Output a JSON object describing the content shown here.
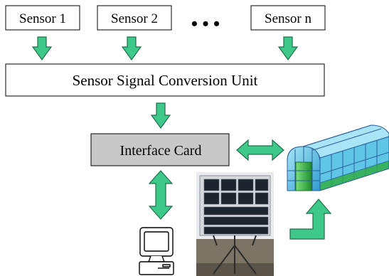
{
  "sensors": [
    {
      "label": "Sensor 1"
    },
    {
      "label": "Sensor 2"
    },
    {
      "label": "Sensor n"
    }
  ],
  "ellipsis": "• • •",
  "conversion_unit": {
    "label": "Sensor Signal Conversion Unit"
  },
  "interface_card": {
    "label": "Interface Card",
    "fill": "#c8c8c8"
  },
  "colors": {
    "arrow_fill": "#3ec88a",
    "arrow_stroke": "#1f6f4a",
    "greenhouse_glass": "#5fc6e6",
    "greenhouse_grid": "#2c5e9e",
    "greenhouse_door": "#2fae3c"
  },
  "icons": [
    "computer-icon",
    "solar-panel-image",
    "greenhouse-icon"
  ]
}
